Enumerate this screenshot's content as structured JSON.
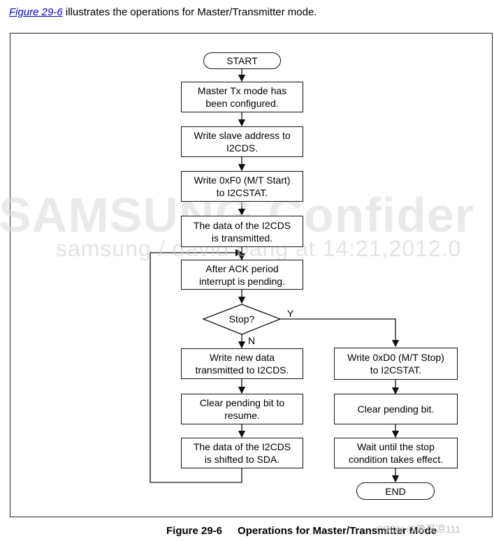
{
  "intro": {
    "link": "Figure 29-6",
    "text": " illustrates the operations for Master/Transmitter mode."
  },
  "flow": {
    "start": "START",
    "s1": "Master Tx mode has\nbeen configured.",
    "s2": "Write slave address to\nI2CDS.",
    "s3": "Write 0xF0 (M/T Start)\nto I2CSTAT.",
    "s4": "The data of the I2CDS\nis transmitted.",
    "s5": "After ACK period\ninterrupt is pending.",
    "decision": "Stop?",
    "yes": "Y",
    "no": "N",
    "n1": "Write new data\ntransmitted to I2CDS.",
    "n2": "Clear pending bit to\nresume.",
    "n3": "The data of the I2CDS\nis shifted to SDA.",
    "y1": "Write 0xD0 (M/T Stop)\nto I2CSTAT.",
    "y2": "Clear pending bit.",
    "y3": "Wait until the stop\ncondition takes effect.",
    "end": "END"
  },
  "watermark": {
    "line1": "SAMSUNG Confider",
    "line2": "samsung / david pang at 14:21,2012.0"
  },
  "caption": {
    "number": "Figure 29-6",
    "title": "Operations for Master/Transmitter Mode"
  },
  "credit": "CSDN @晚风凉111"
}
